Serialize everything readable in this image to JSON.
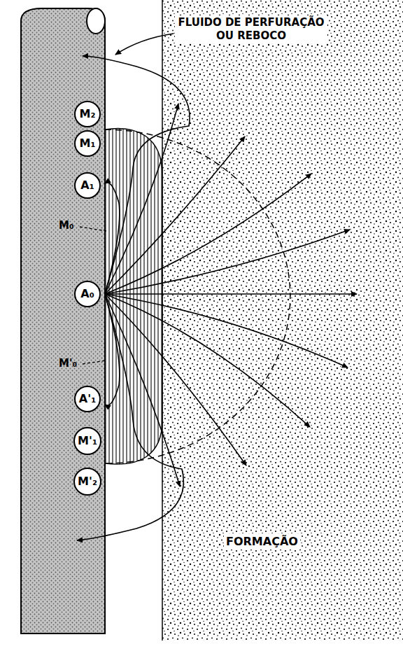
{
  "diagram": {
    "nodes": [
      {
        "text": [
          "M₂"
        ]
      },
      {
        "text": [
          "M₁"
        ]
      },
      {
        "text": [
          "A₁"
        ]
      },
      {
        "text": [
          "A₀"
        ]
      },
      {
        "text": [
          "A'₁"
        ]
      },
      {
        "text": [
          "M'₁"
        ]
      },
      {
        "text": [
          "M'₂"
        ]
      }
    ],
    "labels": [
      "FLUIDO DE PERFURAÇÃO OU REBOCO",
      "M₀",
      "M'₀",
      "FORMAÇÃO"
    ]
  }
}
